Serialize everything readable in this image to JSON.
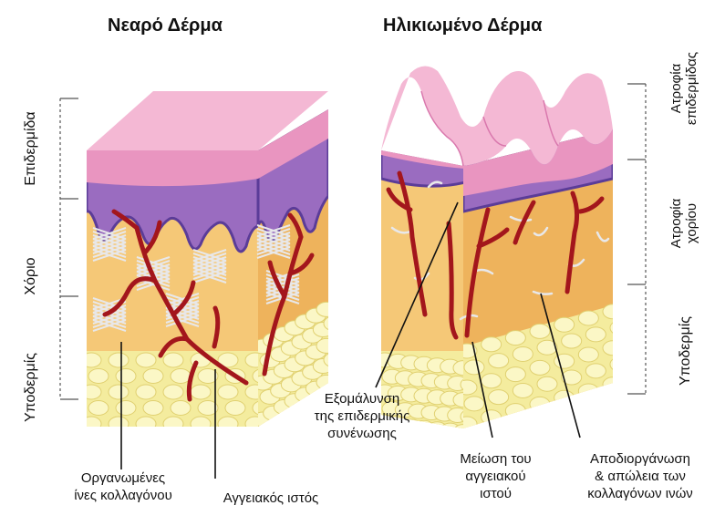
{
  "titles": {
    "young": "Νεαρό Δέρμα",
    "aged": "Ηλικιωμένο Δέρμα"
  },
  "left_layers": {
    "epidermis": "Επιδερμίδα",
    "dermis": "Χόριο",
    "hypodermis": "Υποδερμίς"
  },
  "right_layers": {
    "epidermis_atrophy_1": "Ατροφία",
    "epidermis_atrophy_2": "επιδερμίδας",
    "dermis_atrophy_1": "Ατροφία",
    "dermis_atrophy_2": "χορίου",
    "hypodermis": "Υποδερμίς"
  },
  "callouts": {
    "organized_collagen_1": "Οργανωμένες",
    "organized_collagen_2": "ίνες κολλαγόνου",
    "vascular_tissue": "Αγγειακός ιστός",
    "flattening_1": "Εξομάλυνση",
    "flattening_2": "της επιδερμικής",
    "flattening_3": "συνένωσης",
    "reduced_vascular_1": "Μείωση του",
    "reduced_vascular_2": "αγγειακού",
    "reduced_vascular_3": "ιστού",
    "disorganization_1": "Αποδιοργάνωση",
    "disorganization_2": "& απώλεια των",
    "disorganization_3": "κολλαγόνων ινών"
  },
  "colors": {
    "epidermis_top": "#f4b8d4",
    "epidermis_side": "#e995c0",
    "basal_layer": "#9a6cc0",
    "basal_dark": "#5b3c98",
    "dermis": "#f5c877",
    "dermis_side": "#eeb35c",
    "hypodermis": "#f4ec9e",
    "fat_cell": "#fbf7c6",
    "vessel": "#a3161c",
    "collagen": "#e8e8ea"
  }
}
